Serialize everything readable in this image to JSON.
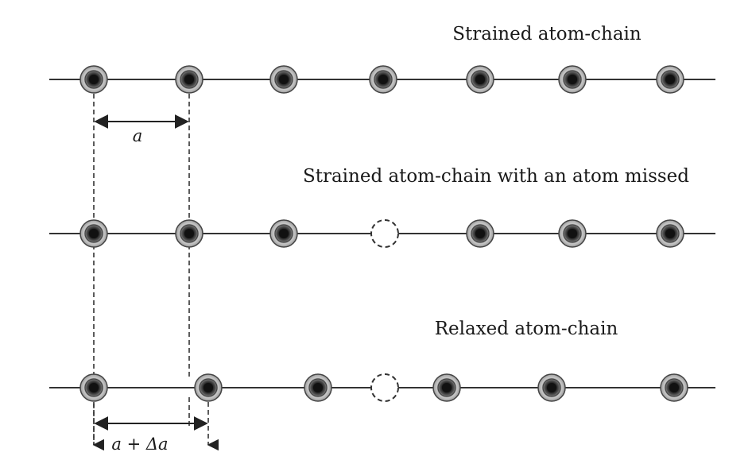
{
  "chains": [
    {
      "title": "Strained atom-chain",
      "sites": [
        "atom",
        "atom",
        "atom",
        "atom",
        "atom",
        "atom",
        "atom"
      ]
    },
    {
      "title": "Strained atom-chain with an atom missed",
      "sites": [
        "atom",
        "atom",
        "atom",
        "vacancy",
        "atom",
        "atom",
        "atom"
      ]
    },
    {
      "title": "Relaxed atom-chain",
      "sites": [
        "atom",
        "atom",
        "atom",
        "vacancy",
        "atom",
        "atom",
        "atom"
      ]
    }
  ],
  "dimensions": {
    "lattice_spacing_label": "a",
    "relaxed_spacing_label": "a + Δa"
  },
  "colors": {
    "atom_core": "#111111",
    "atom_ring": "#9a9a9a",
    "line": "#333333"
  }
}
